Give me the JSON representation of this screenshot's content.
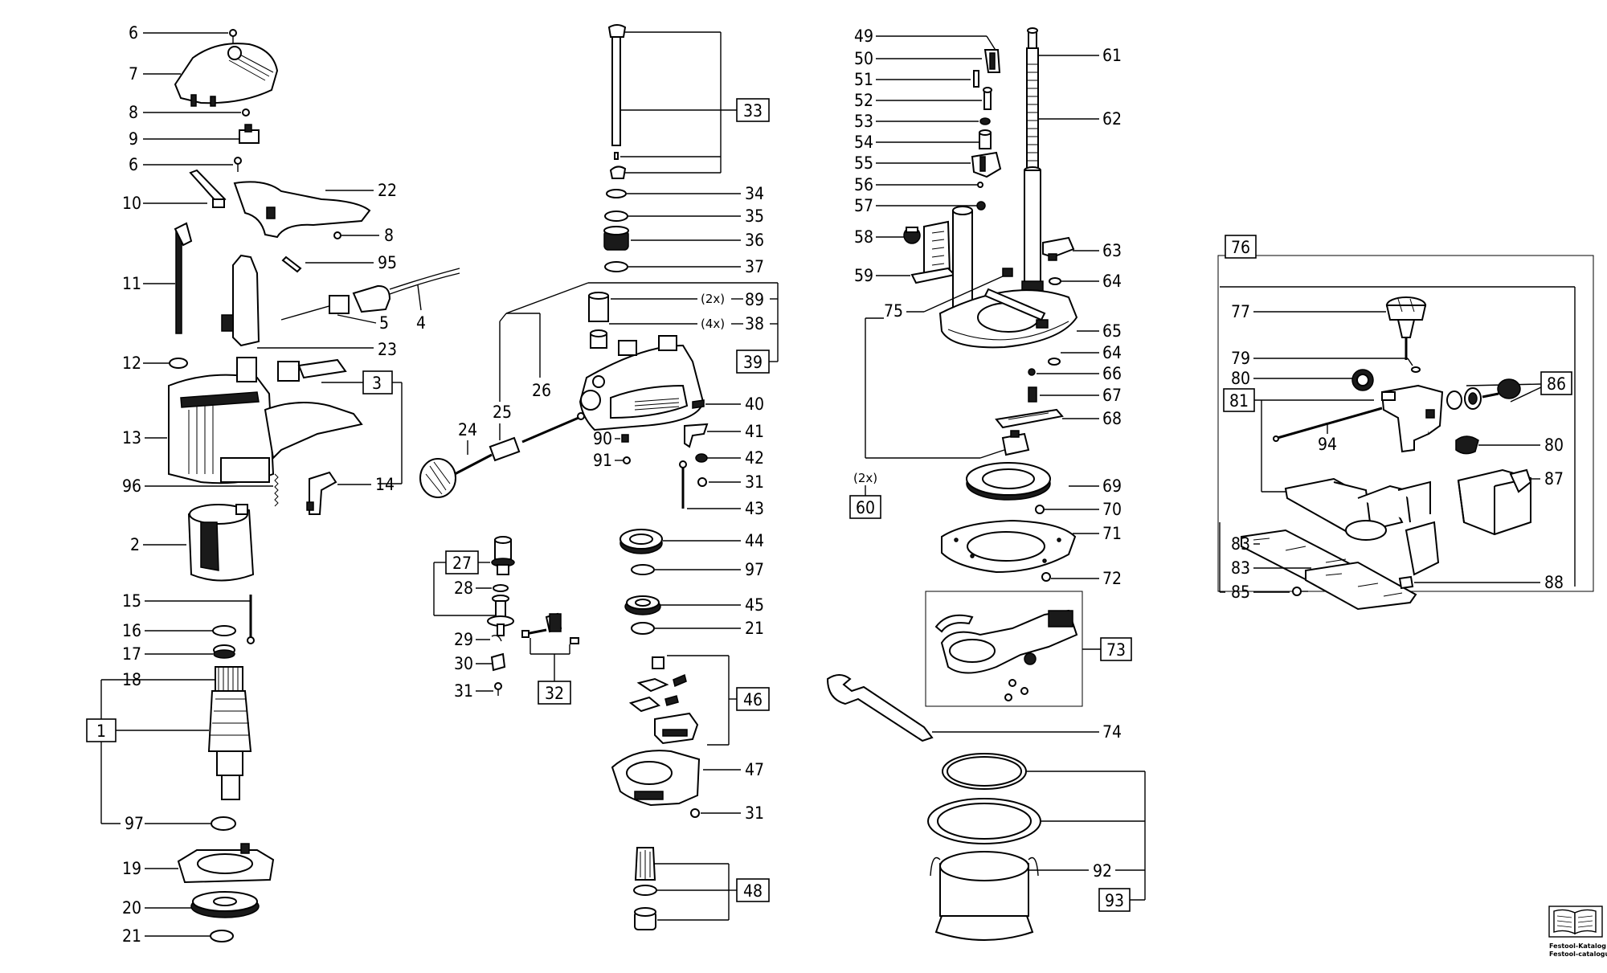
{
  "page": {
    "background": "#ffffff",
    "line_color": "#000000"
  },
  "labels": {
    "l6a": "6",
    "l7": "7",
    "l8a": "8",
    "l9": "9",
    "l6b": "6",
    "l10": "10",
    "l22": "22",
    "l8b": "8",
    "l95": "95",
    "l11": "11",
    "l4": "4",
    "l5": "5",
    "l23": "23",
    "l12": "12",
    "l3": "3",
    "l13": "13",
    "l96": "96",
    "l14": "14",
    "l2": "2",
    "l15": "15",
    "l16": "16",
    "l17": "17",
    "l18": "18",
    "l1": "1",
    "l97a": "97",
    "l19": "19",
    "l20": "20",
    "l21a": "21",
    "l33": "33",
    "l34": "34",
    "l35": "35",
    "l36": "36",
    "l37": "37",
    "l89": "89",
    "l2x_89": "(2x)",
    "l38": "38",
    "l4x_38": "(4x)",
    "l39": "39",
    "l26": "26",
    "l25": "25",
    "l24": "24",
    "l40": "40",
    "l41": "41",
    "l90": "90",
    "l42": "42",
    "l91": "91",
    "l31a": "31",
    "l43": "43",
    "l44": "44",
    "l27": "27",
    "l97b": "97",
    "l28": "28",
    "l45": "45",
    "l21b": "21",
    "l29": "29",
    "l30": "30",
    "l31b": "31",
    "l32": "32",
    "l46": "46",
    "l47": "47",
    "l31c": "31",
    "l48": "48",
    "l49": "49",
    "l50": "50",
    "l51": "51",
    "l52": "52",
    "l53": "53",
    "l54": "54",
    "l55": "55",
    "l56": "56",
    "l57": "57",
    "l58": "58",
    "l59": "59",
    "l75": "75",
    "l60": "60",
    "l2x_60": "(2x)",
    "l61": "61",
    "l62": "62",
    "l63": "63",
    "l64a": "64",
    "l65": "65",
    "l64b": "64",
    "l66": "66",
    "l67": "67",
    "l68": "68",
    "l69": "69",
    "l70": "70",
    "l71": "71",
    "l72": "72",
    "l73": "73",
    "l74": "74",
    "l92": "92",
    "l93": "93",
    "l76": "76",
    "l77": "77",
    "l79": "79",
    "l80a": "80",
    "l81": "81",
    "l86": "86",
    "l94": "94",
    "l80b": "80",
    "l87": "87",
    "l83a": "83",
    "l83b": "83",
    "l85": "85",
    "l88": "88"
  },
  "catalog_badge": {
    "line1": "Festool-Katalog",
    "line2": "Festool-catalogue",
    "icon": "open-book-icon"
  }
}
